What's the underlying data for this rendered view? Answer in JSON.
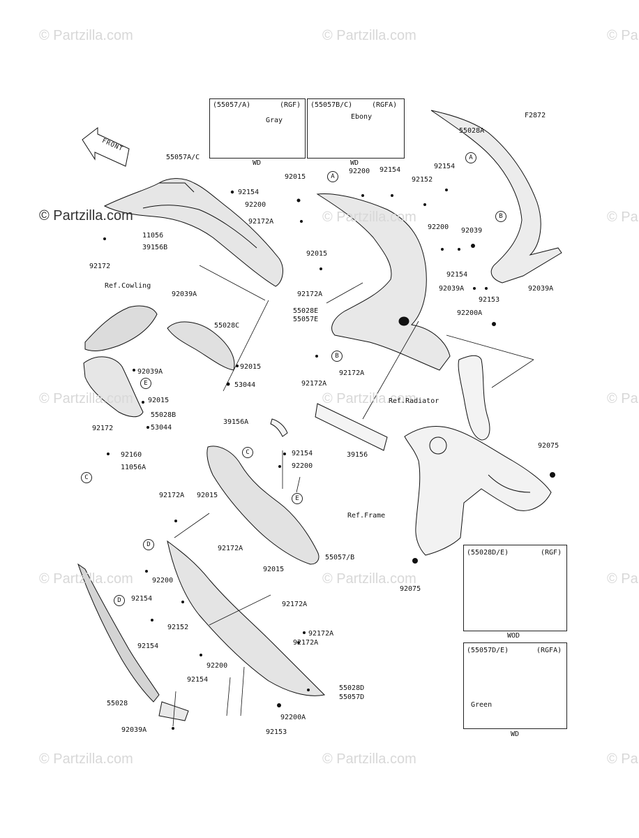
{
  "watermark": "© Partzilla.com",
  "figure_code": "F2872",
  "front_label": "FRONT",
  "insets": [
    {
      "part": "(55057/A)",
      "code": "(RGF)",
      "color": "Gray",
      "model": "WD"
    },
    {
      "part": "(55057B/C)",
      "code": "(RGFA)",
      "color": "Ebony",
      "model": "WD"
    },
    {
      "part": "(55028D/E)",
      "code": "(RGF)",
      "color": "",
      "model": "WOD"
    },
    {
      "part": "(55057D/E)",
      "code": "(RGFA)",
      "color": "Green",
      "model": "WD"
    }
  ],
  "callouts": [
    "A",
    "A",
    "B",
    "B",
    "C",
    "C",
    "D",
    "D",
    "E",
    "E"
  ],
  "refs": {
    "cowling": "Ref.Cowling",
    "radiator": "Ref.Radiator",
    "frame": "Ref.Frame"
  },
  "part_labels": [
    "55028A",
    "55057A/C",
    "92015",
    "92200",
    "92154",
    "92154",
    "92152",
    "92154",
    "92154",
    "92200",
    "92172A",
    "11056",
    "39156B",
    "92172",
    "92015",
    "92200",
    "92039",
    "92154",
    "92172A",
    "92039A",
    "92153",
    "92039A",
    "55028E",
    "55057E",
    "92200A",
    "92039A",
    "55028C",
    "92015",
    "53044",
    "92039A",
    "92015",
    "55028B",
    "53044",
    "92172A",
    "92172A",
    "92172",
    "92160",
    "11056A",
    "39156A",
    "92154",
    "92200",
    "39156",
    "92075",
    "92172A",
    "92015",
    "92172A",
    "55057/B",
    "92200",
    "92154",
    "92015",
    "92172A",
    "92152",
    "92154",
    "92172A",
    "92172A",
    "92200",
    "92154",
    "55028D",
    "55057D",
    "55028",
    "92200A",
    "92153",
    "92039A",
    "92075"
  ]
}
